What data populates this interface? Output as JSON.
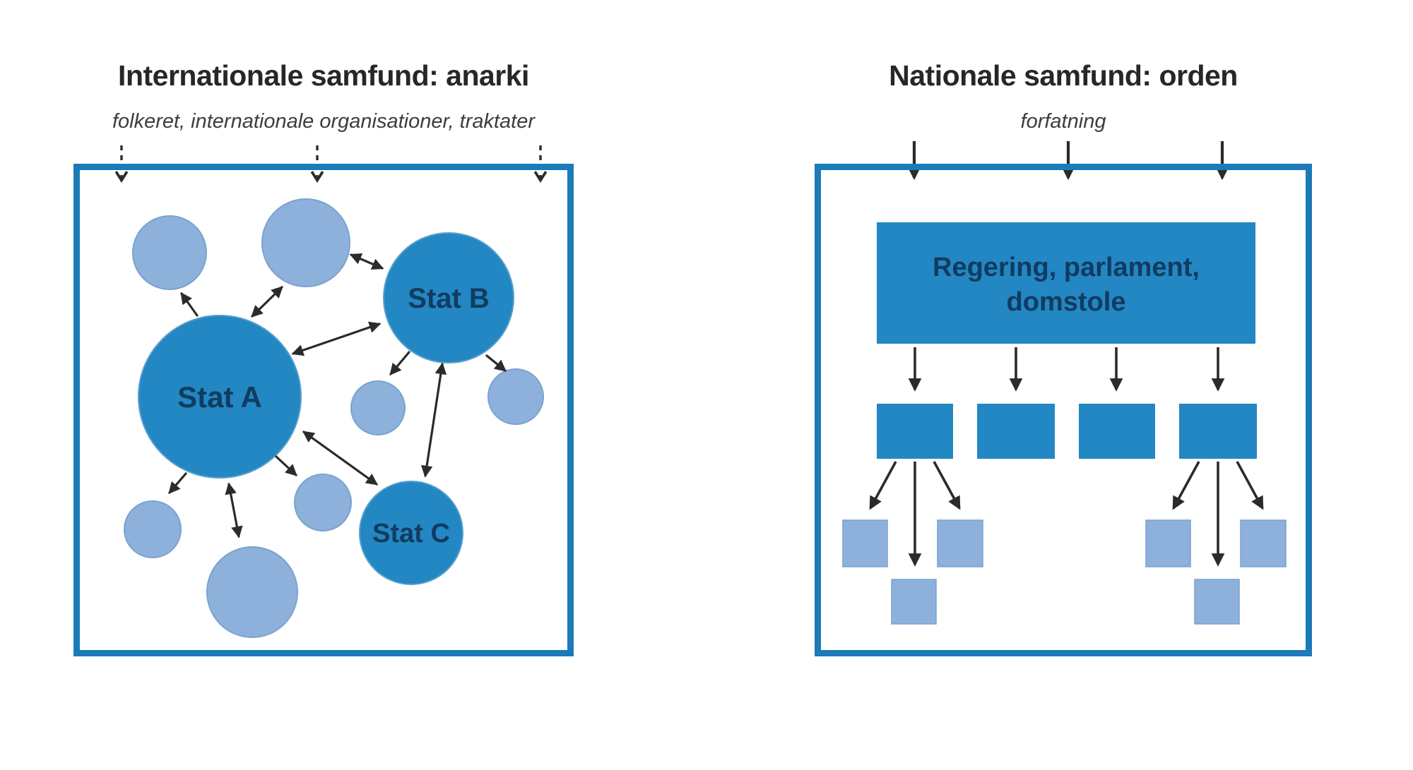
{
  "colors": {
    "frame_blue": "#1b7ab8",
    "dark_fill": "#2287c3",
    "light_fill": "#8db1da",
    "light_edge": "#79a3d0",
    "label_navy": "#123b60",
    "title_text": "#272727",
    "subtitle_text": "#3d3d3d",
    "arrow": "#2b2b2b"
  },
  "left_panel": {
    "title": "Internationale samfund: anarki",
    "subtitle": "folkeret, internationale organisationer, traktater",
    "nodes": {
      "stat_a": "Stat A",
      "stat_b": "Stat B",
      "stat_c": "Stat C"
    }
  },
  "right_panel": {
    "title": "Nationale samfund: orden",
    "subtitle": "forfatning",
    "gov_box": {
      "line1": "Regering, parlament,",
      "line2": "domstole"
    }
  }
}
